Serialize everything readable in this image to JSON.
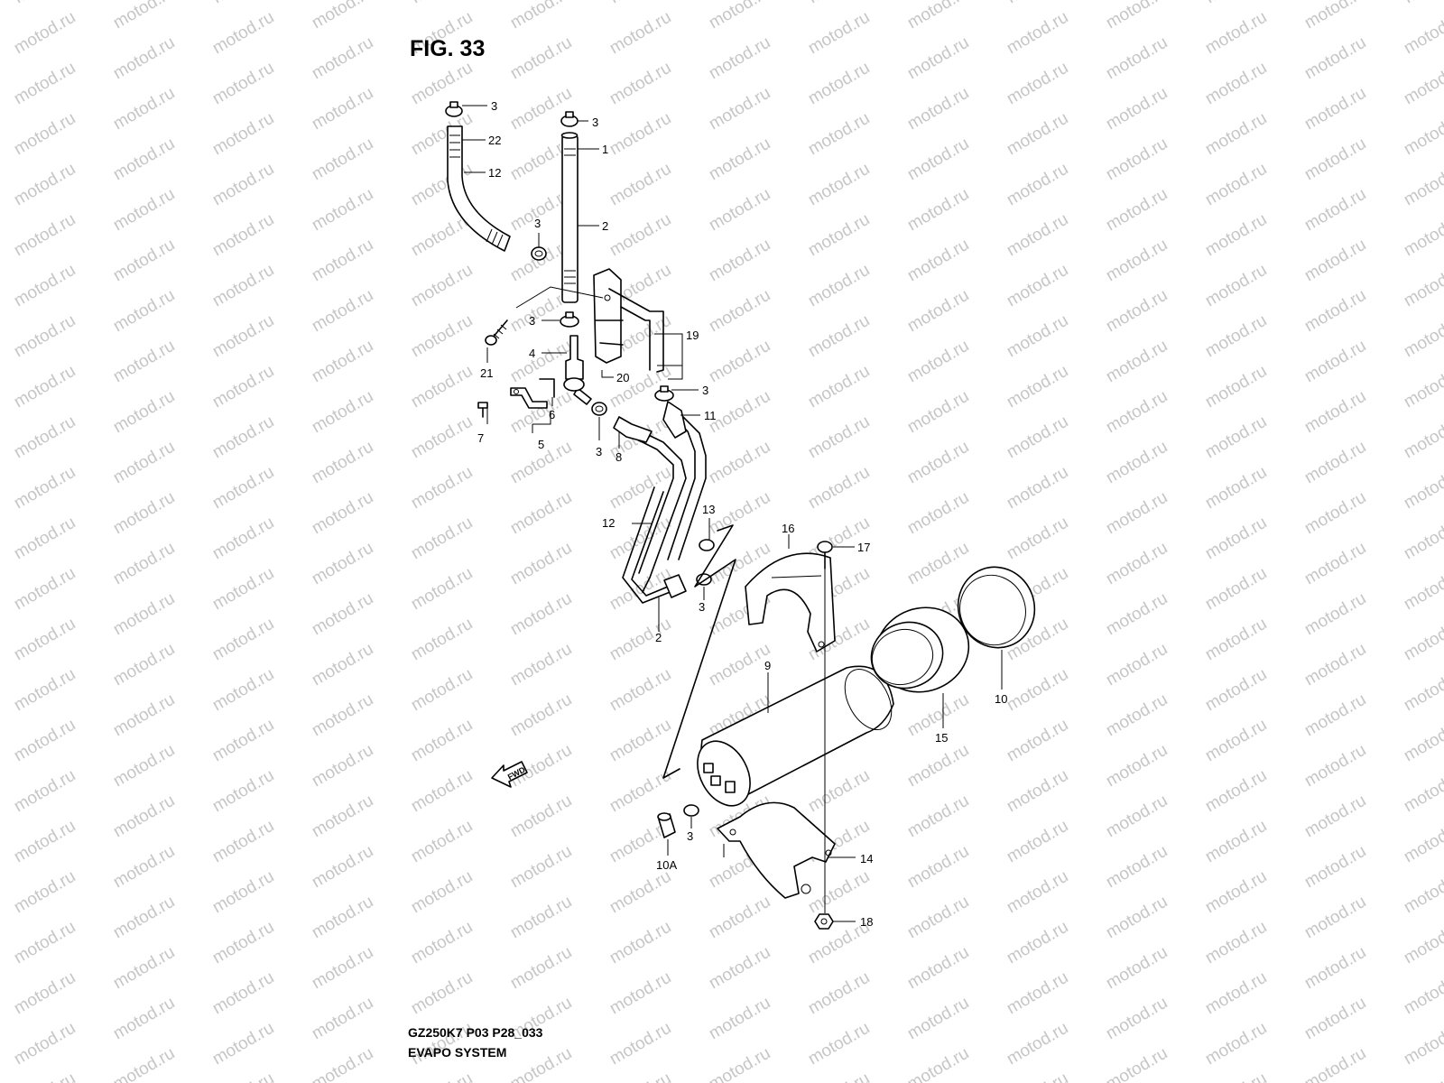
{
  "figure_title": "FIG. 33",
  "footer": {
    "model_code": "GZ250K7 P03 P28_033",
    "section_name": "EVAPO SYSTEM"
  },
  "watermark_text": "motod.ru",
  "fwd_label": "FWD",
  "callouts": {
    "c1": "1",
    "c2a": "2",
    "c2b": "2",
    "c3a": "3",
    "c3b": "3",
    "c3c": "3",
    "c3d": "3",
    "c3e": "3",
    "c3f": "3",
    "c3g": "3",
    "c3h": "3",
    "c4": "4",
    "c5": "5",
    "c6": "6",
    "c7": "7",
    "c8": "8",
    "c9": "9",
    "c10": "10",
    "c10a": "10A",
    "c11": "11",
    "c12a": "12",
    "c12b": "12",
    "c13": "13",
    "c14": "14",
    "c15": "15",
    "c16": "16",
    "c17": "17",
    "c18": "18",
    "c19": "19",
    "c20": "20",
    "c21": "21",
    "c22": "22"
  }
}
